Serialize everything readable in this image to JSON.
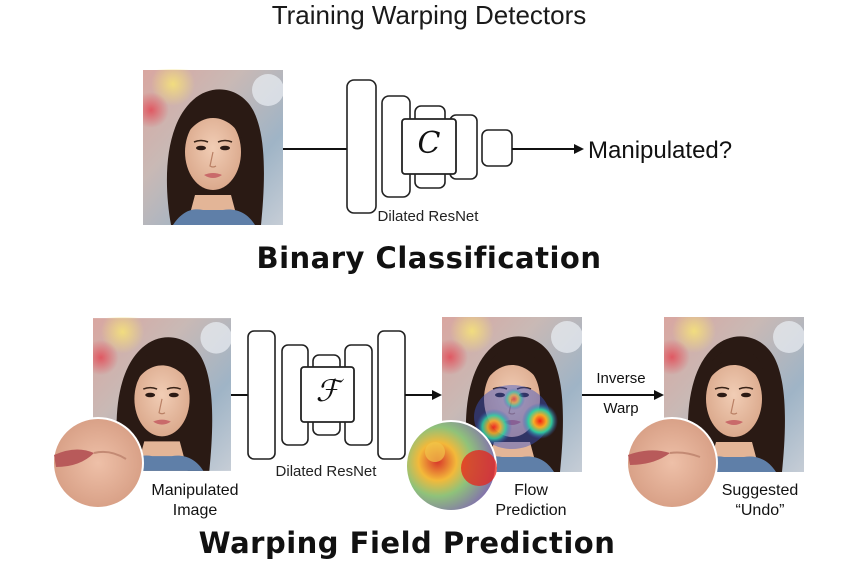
{
  "title": "Training Warping Detectors",
  "binary": {
    "heading": "Binary Classification",
    "network_label": "Dilated ResNet",
    "network_symbol": "C",
    "output_label": "Manipulated?"
  },
  "warping": {
    "heading": "Warping Field Prediction",
    "network_label": "Dilated ResNet",
    "network_symbol": "ℱ",
    "input_caption_1": "Manipulated",
    "input_caption_2": "Image",
    "flow_caption_1": "Flow",
    "flow_caption_2": "Prediction",
    "arrow_label_1": "Inverse",
    "arrow_label_2": "Warp",
    "undo_caption_1": "Suggested",
    "undo_caption_2": "“Undo”"
  },
  "colors": {
    "line": "#111111",
    "box_stroke": "#222222",
    "heat_hot": "#e8231a",
    "heat_cool": "#3a55c8"
  }
}
